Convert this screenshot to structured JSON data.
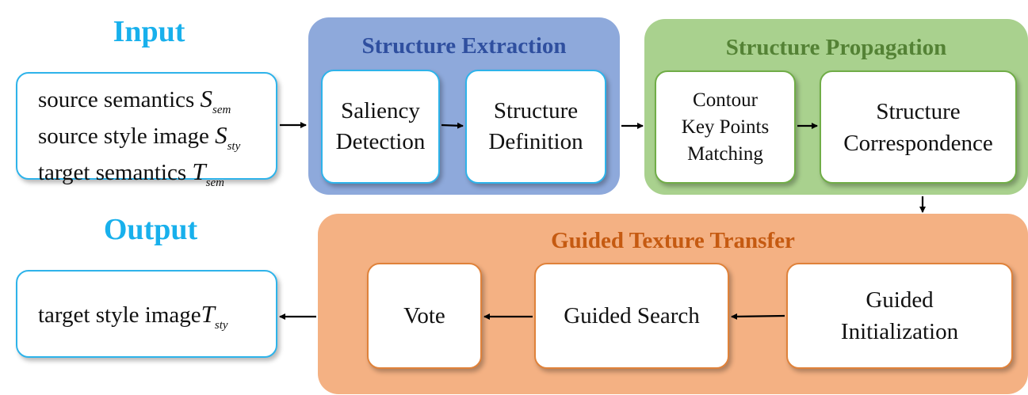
{
  "headings": {
    "input": "Input",
    "output": "Output"
  },
  "input_box": {
    "lines": [
      {
        "text": "source semantics ",
        "symbol": "S",
        "subscript": "sem"
      },
      {
        "text": "source style image ",
        "symbol": "S",
        "subscript": "sty"
      },
      {
        "text": "target semantics ",
        "symbol": "T",
        "subscript": "sem"
      }
    ]
  },
  "output_box": {
    "text": "target style image",
    "symbol": "T",
    "subscript": "sty"
  },
  "structure_extraction": {
    "title": "Structure Extraction",
    "steps": [
      {
        "lines": [
          "Saliency",
          "Detection"
        ]
      },
      {
        "lines": [
          "Structure",
          "Definition"
        ]
      }
    ]
  },
  "structure_propagation": {
    "title": "Structure Propagation",
    "steps": [
      {
        "lines": [
          "Contour",
          "Key Points",
          "Matching"
        ]
      },
      {
        "lines": [
          "Structure",
          "Correspondence"
        ]
      }
    ]
  },
  "guided_texture_transfer": {
    "title": "Guided Texture Transfer",
    "steps": [
      {
        "lines": [
          "Guided",
          "Initialization"
        ]
      },
      {
        "lines": [
          "Guided Search"
        ]
      },
      {
        "lines": [
          "Vote"
        ]
      }
    ]
  },
  "colors": {
    "heading_blue": "#18B0EC",
    "extraction_fill": "#8EA9DB",
    "extraction_title": "#2F4F9F",
    "propagation_fill": "#A9D18E",
    "propagation_title": "#548235",
    "transfer_fill": "#F4B183",
    "transfer_title": "#C55A11"
  }
}
